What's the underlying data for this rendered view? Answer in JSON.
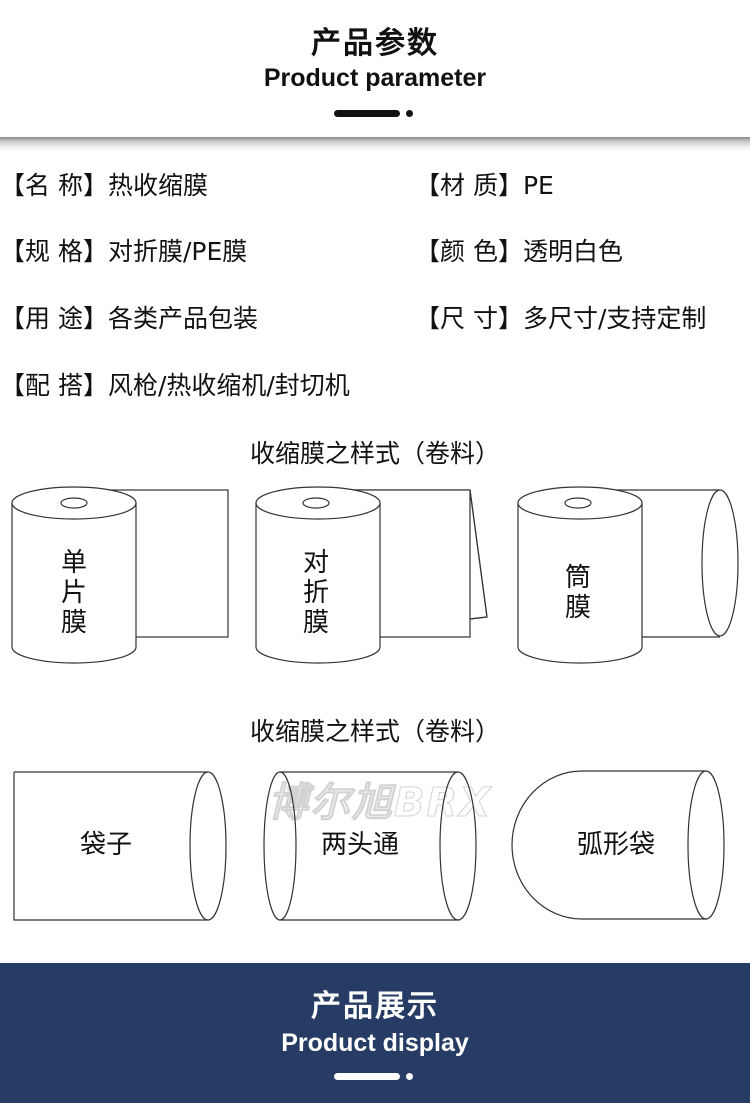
{
  "header": {
    "title_zh": "产品参数",
    "title_en": "Product parameter"
  },
  "params": {
    "left": [
      {
        "key": "【名  称】",
        "value": "热收缩膜"
      },
      {
        "key": "【规  格】",
        "value": "对折膜/PE膜"
      },
      {
        "key": "【用  途】",
        "value": "各类产品包装"
      },
      {
        "key": "【配  搭】",
        "value": "风枪/热收缩机/封切机"
      }
    ],
    "right": [
      {
        "key": "【材  质】",
        "value": "PE"
      },
      {
        "key": "【颜  色】",
        "value": "透明白色"
      },
      {
        "key": "【尺  寸】",
        "value": "多尺寸/支持定制"
      }
    ]
  },
  "rolls_section": {
    "title": "收缩膜之样式（卷料）",
    "items": [
      {
        "label": "单\n片\n膜",
        "lines": [
          "单",
          "片",
          "膜"
        ],
        "type": "single-sheet"
      },
      {
        "label": "对\n折\n膜",
        "lines": [
          "对",
          "折",
          "膜"
        ],
        "type": "folded"
      },
      {
        "label": "筒\n膜",
        "lines": [
          "筒",
          "膜"
        ],
        "type": "tube"
      }
    ]
  },
  "bags_section": {
    "title": "收缩膜之样式（卷料）",
    "items": [
      {
        "label": "袋子",
        "type": "bag"
      },
      {
        "label": "两头通",
        "type": "open-both-ends"
      },
      {
        "label": "弧形袋",
        "type": "arc-bag"
      }
    ]
  },
  "watermark": "博尔旭BRX",
  "footer": {
    "title_zh": "产品展示",
    "title_en": "Product display"
  },
  "colors": {
    "footer_bg": "#263c64",
    "text": "#111111",
    "line": "#333333"
  }
}
